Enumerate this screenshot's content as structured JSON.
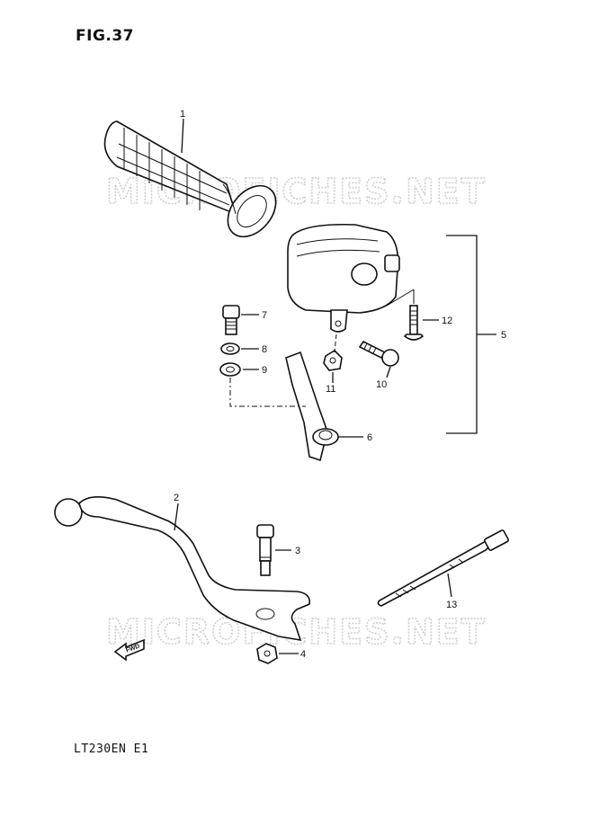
{
  "figure_title": "FIG.37",
  "model_code": "LT230EN E1",
  "watermark": "MICROFICHES.NET",
  "fwd_label": "FWD",
  "callouts": [
    "1",
    "2",
    "3",
    "4",
    "5",
    "6",
    "7",
    "8",
    "9",
    "10",
    "11",
    "12",
    "13"
  ]
}
